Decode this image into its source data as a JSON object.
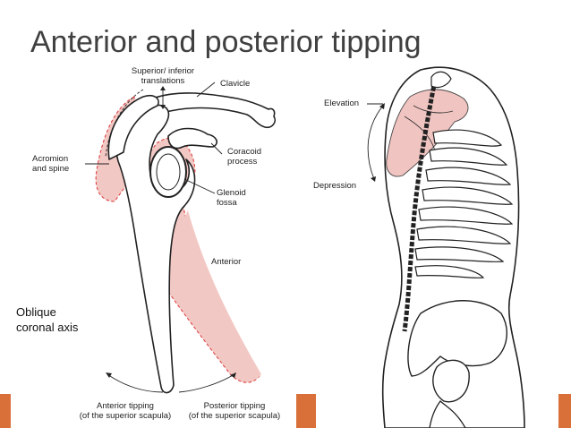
{
  "slide": {
    "title": "Anterior and posterior tipping",
    "accent_color": "#d9703a"
  },
  "axis_note": {
    "line1": "Oblique",
    "line2": "coronal axis"
  },
  "scapula_figure": {
    "labels": {
      "superior_inferior_1": "Superior/ inferior",
      "superior_inferior_2": "translations",
      "clavicle": "Clavicle",
      "acromion_1": "Acromion",
      "acromion_2": "and spine",
      "coracoid_1": "Coracoid",
      "coracoid_2": "process",
      "glenoid_1": "Glenoid",
      "glenoid_2": "fossa",
      "anterior": "Anterior",
      "anterior_tipping_1": "Anterior tipping",
      "anterior_tipping_2": "(of the superior scapula)",
      "posterior_tipping_1": "Posterior tipping",
      "posterior_tipping_2": "(of the superior scapula)"
    },
    "highlight_color": "#f2c8c4"
  },
  "torso_figure": {
    "labels": {
      "elevation": "Elevation",
      "depression": "Depression"
    }
  }
}
